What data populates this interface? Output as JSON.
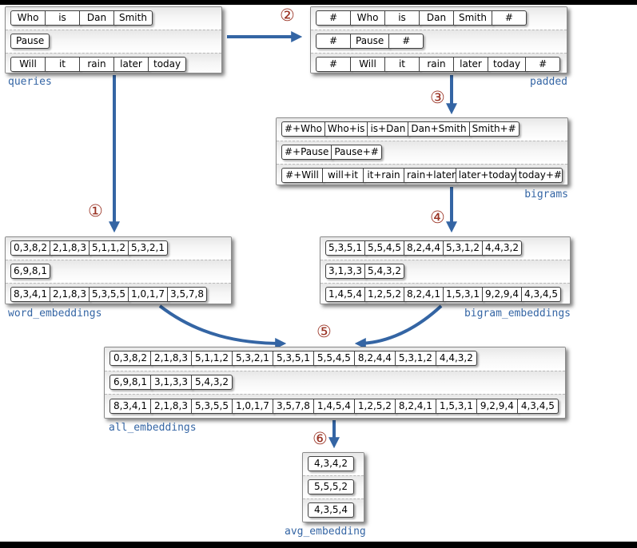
{
  "colors": {
    "arrow_blue": "#3465a4",
    "label_blue": "#3465a4",
    "step_red": "#9a3324"
  },
  "stages": {
    "queries": {
      "label": "queries",
      "rows": [
        [
          "Who",
          "is",
          "Dan",
          "Smith"
        ],
        [
          "Pause"
        ],
        [
          "Will",
          "it",
          "rain",
          "later",
          "today"
        ]
      ]
    },
    "padded": {
      "label": "padded",
      "rows": [
        [
          "#",
          "Who",
          "is",
          "Dan",
          "Smith",
          "#"
        ],
        [
          "#",
          "Pause",
          "#"
        ],
        [
          "#",
          "Will",
          "it",
          "rain",
          "later",
          "today",
          "#"
        ]
      ]
    },
    "bigrams": {
      "label": "bigrams",
      "rows": [
        [
          "#+Who",
          "Who+is",
          "is+Dan",
          "Dan+Smith",
          "Smith+#"
        ],
        [
          "#+Pause",
          "Pause+#"
        ],
        [
          "#+Will",
          "will+it",
          "it+rain",
          "rain+later",
          "later+today",
          "today+#"
        ]
      ]
    },
    "word_embeddings": {
      "label": "word_embeddings",
      "rows": [
        [
          "0,3,8,2",
          "2,1,8,3",
          "5,1,1,2",
          "5,3,2,1"
        ],
        [
          "6,9,8,1"
        ],
        [
          "8,3,4,1",
          "2,1,8,3",
          "5,3,5,5",
          "1,0,1,7",
          "3,5,7,8"
        ]
      ]
    },
    "bigram_embeddings": {
      "label": "bigram_embeddings",
      "rows": [
        [
          "5,3,5,1",
          "5,5,4,5",
          "8,2,4,4",
          "5,3,1,2",
          "4,4,3,2"
        ],
        [
          "3,1,3,3",
          "5,4,3,2"
        ],
        [
          "1,4,5,4",
          "1,2,5,2",
          "8,2,4,1",
          "1,5,3,1",
          "9,2,9,4",
          "4,3,4,5"
        ]
      ]
    },
    "all_embeddings": {
      "label": "all_embeddings",
      "rows": [
        [
          "0,3,8,2",
          "2,1,8,3",
          "5,1,1,2",
          "5,3,2,1",
          "5,3,5,1",
          "5,5,4,5",
          "8,2,4,4",
          "5,3,1,2",
          "4,4,3,2"
        ],
        [
          "6,9,8,1",
          "3,1,3,3",
          "5,4,3,2"
        ],
        [
          "8,3,4,1",
          "2,1,8,3",
          "5,3,5,5",
          "1,0,1,7",
          "3,5,7,8",
          "1,4,5,4",
          "1,2,5,2",
          "8,2,4,1",
          "1,5,3,1",
          "9,2,9,4",
          "4,3,4,5"
        ]
      ]
    },
    "avg_embedding": {
      "label": "avg_embedding",
      "rows": [
        [
          "4,3,4,2"
        ],
        [
          "5,5,5,2"
        ],
        [
          "4,3,5,4"
        ]
      ]
    }
  },
  "steps": {
    "s1": "①",
    "s2": "②",
    "s3": "③",
    "s4": "④",
    "s5": "⑤",
    "s6": "⑥"
  }
}
